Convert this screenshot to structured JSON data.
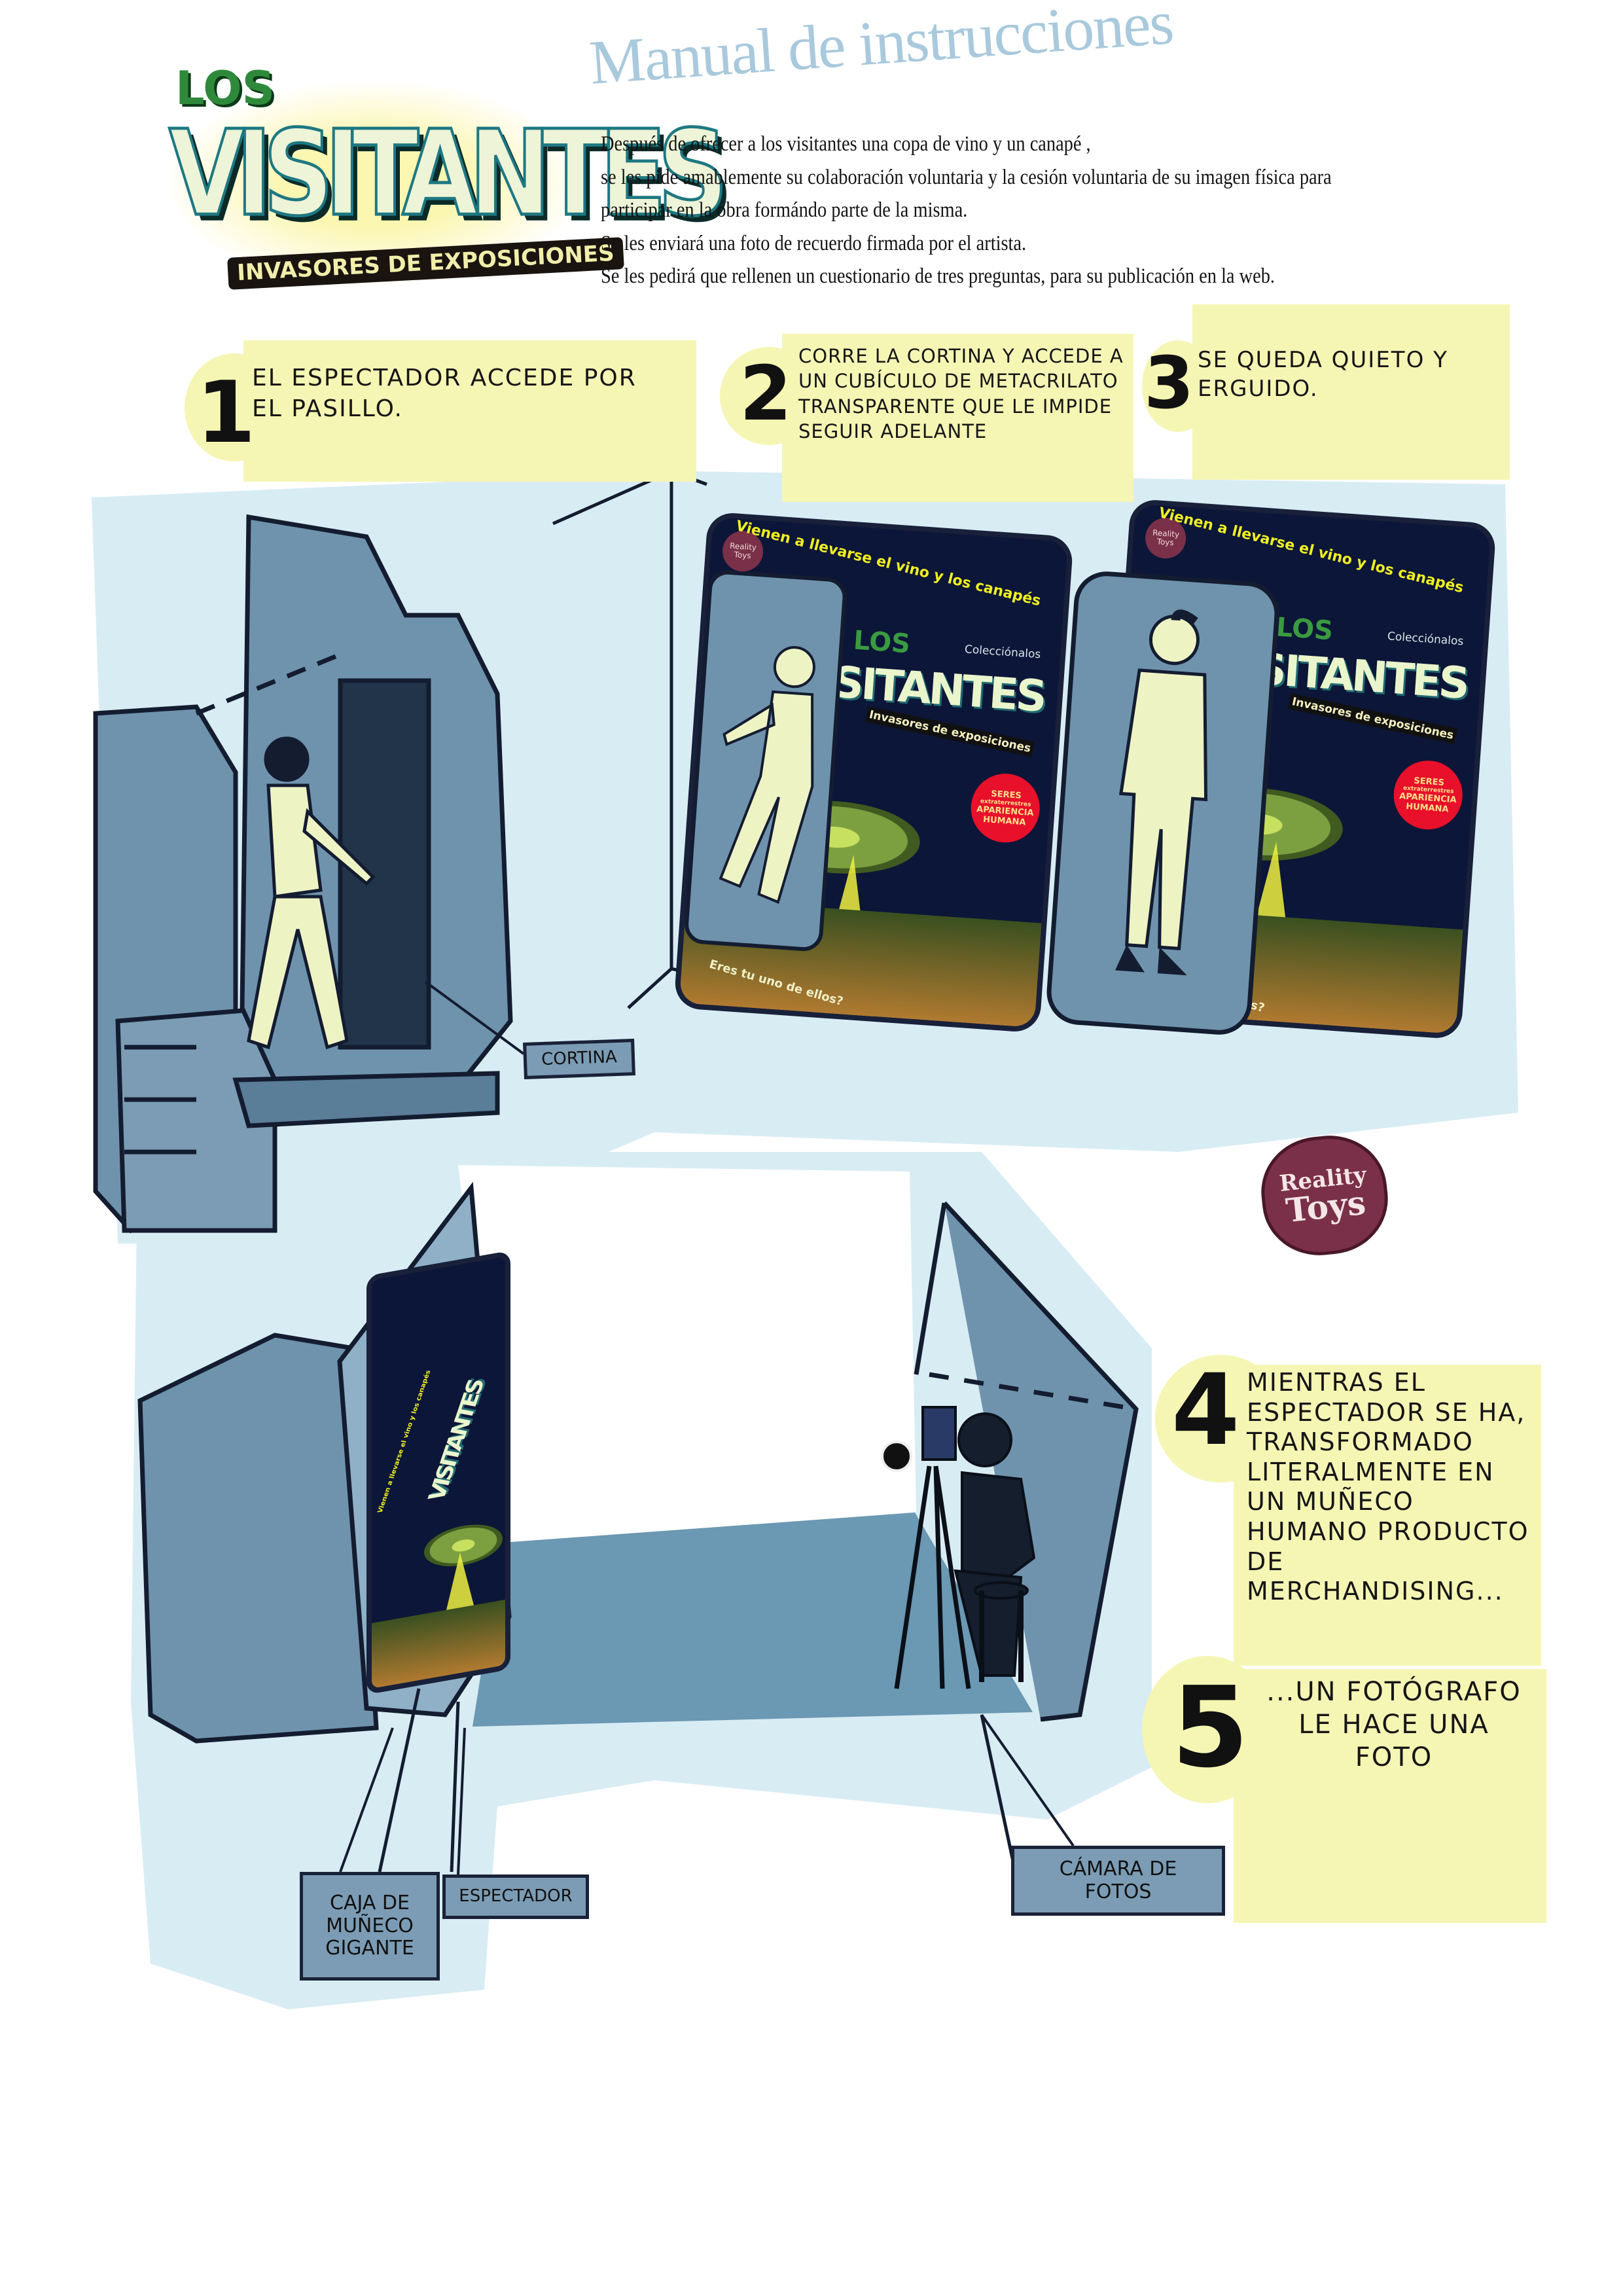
{
  "logo": {
    "small": "LOS",
    "main": "VISITANTES",
    "tagline": "INVASORES DE EXPOSICIONES"
  },
  "title": "Manual de instrucciones",
  "intro_lines": [
    "Después de ofrecer a los visitantes una copa de vino y un canapé ,",
    "se les pide amablemente su colaboración voluntaria y la cesión voluntaria de su imagen física para",
    "participar en la obra  formándo parte de la misma.",
    "Se les enviará una foto de recuerdo firmada por el artista.",
    "Se les pedirá que rellenen un cuestionario de tres preguntas, para su publicación en la web."
  ],
  "steps": [
    {
      "number": "1",
      "text": "El espectador accede por el pasillo."
    },
    {
      "number": "2",
      "text": "Corre la cortina y accede a un cubículo de metacrilato transparente que le impide seguir adelante"
    },
    {
      "number": "3",
      "text": "Se queda quieto y erguido."
    },
    {
      "number": "4",
      "text": "Mientras el espectador se ha, transformado literalmente en un muñeco humano producto de merchandising..."
    },
    {
      "number": "5",
      "text": "...un fotógrafo le hace una foto"
    }
  ],
  "labels": {
    "cortina": "Cortina",
    "caja": "Caja de muñeco gigante",
    "espectador": "Espectador",
    "camara": "Cámara de fotos"
  },
  "package": {
    "brand_line1": "Reality",
    "brand_line2": "Toys",
    "headline": "Vienen a llevarse el vino y los canapés",
    "collect": "Colecciónalos",
    "los": "LOS",
    "visitantes": "VISITANTES",
    "tagline": "Invasores de exposiciones",
    "seres": "SERES",
    "extraterrestres": "extraterrestres",
    "apariencia": "APARIENCIA HUMANA",
    "question": "Eres tu uno de ellos?"
  },
  "badge": {
    "line1": "Reality",
    "line2": "Toys"
  },
  "colors": {
    "note": "#f5f6b4",
    "wash": "#d8ecf4",
    "steel": "#6f93ad",
    "navy": "#0c1638",
    "title": "#a9c9dd",
    "maroon": "#7a3048"
  }
}
